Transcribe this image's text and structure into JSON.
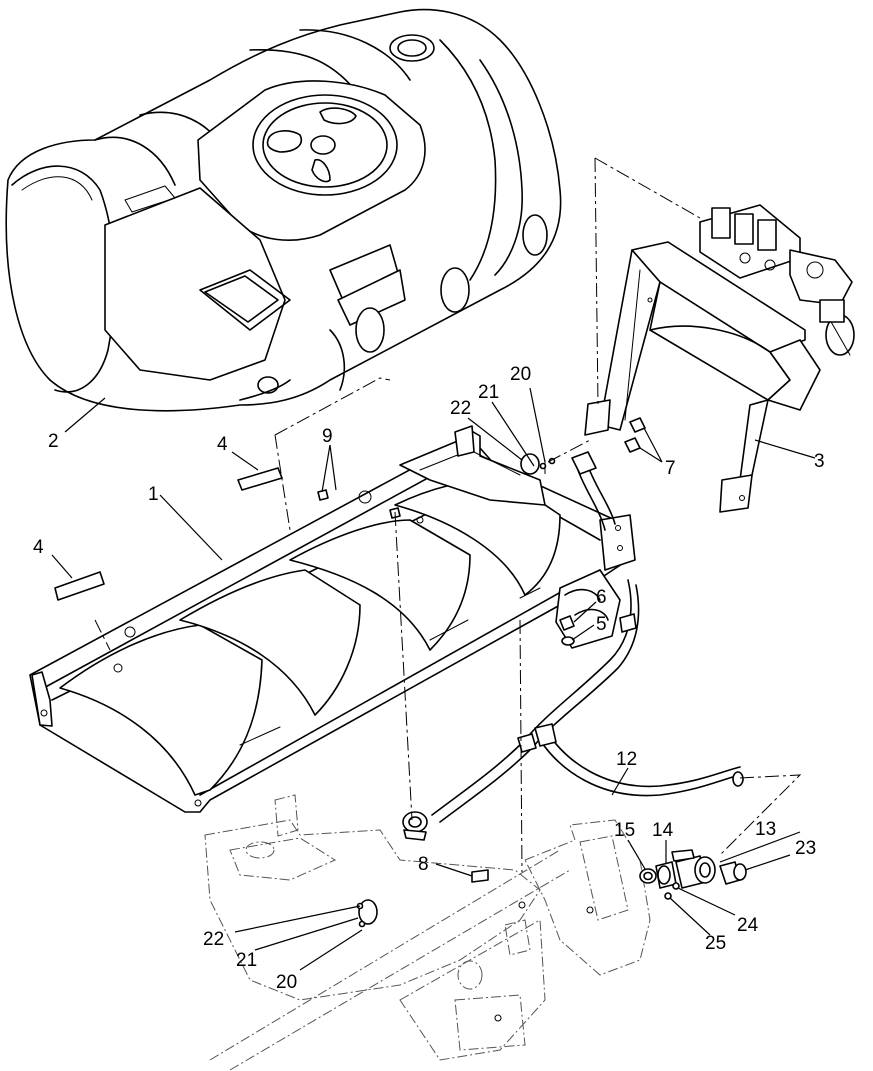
{
  "callouts": [
    {
      "id": "c1",
      "text": "1"
    },
    {
      "id": "c2",
      "text": "2"
    },
    {
      "id": "c3",
      "text": "3"
    },
    {
      "id": "c4a",
      "text": "4"
    },
    {
      "id": "c4b",
      "text": "4"
    },
    {
      "id": "c5",
      "text": "5"
    },
    {
      "id": "c6",
      "text": "6"
    },
    {
      "id": "c7",
      "text": "7"
    },
    {
      "id": "c8",
      "text": "8"
    },
    {
      "id": "c9",
      "text": "9"
    },
    {
      "id": "c12",
      "text": "12"
    },
    {
      "id": "c13",
      "text": "13"
    },
    {
      "id": "c14",
      "text": "14"
    },
    {
      "id": "c15",
      "text": "15"
    },
    {
      "id": "c20a",
      "text": "20"
    },
    {
      "id": "c21a",
      "text": "21"
    },
    {
      "id": "c22a",
      "text": "22"
    },
    {
      "id": "c20b",
      "text": "20"
    },
    {
      "id": "c21b",
      "text": "21"
    },
    {
      "id": "c22b",
      "text": "22"
    },
    {
      "id": "c23",
      "text": "23"
    },
    {
      "id": "c24",
      "text": "24"
    },
    {
      "id": "c25",
      "text": "25"
    }
  ]
}
